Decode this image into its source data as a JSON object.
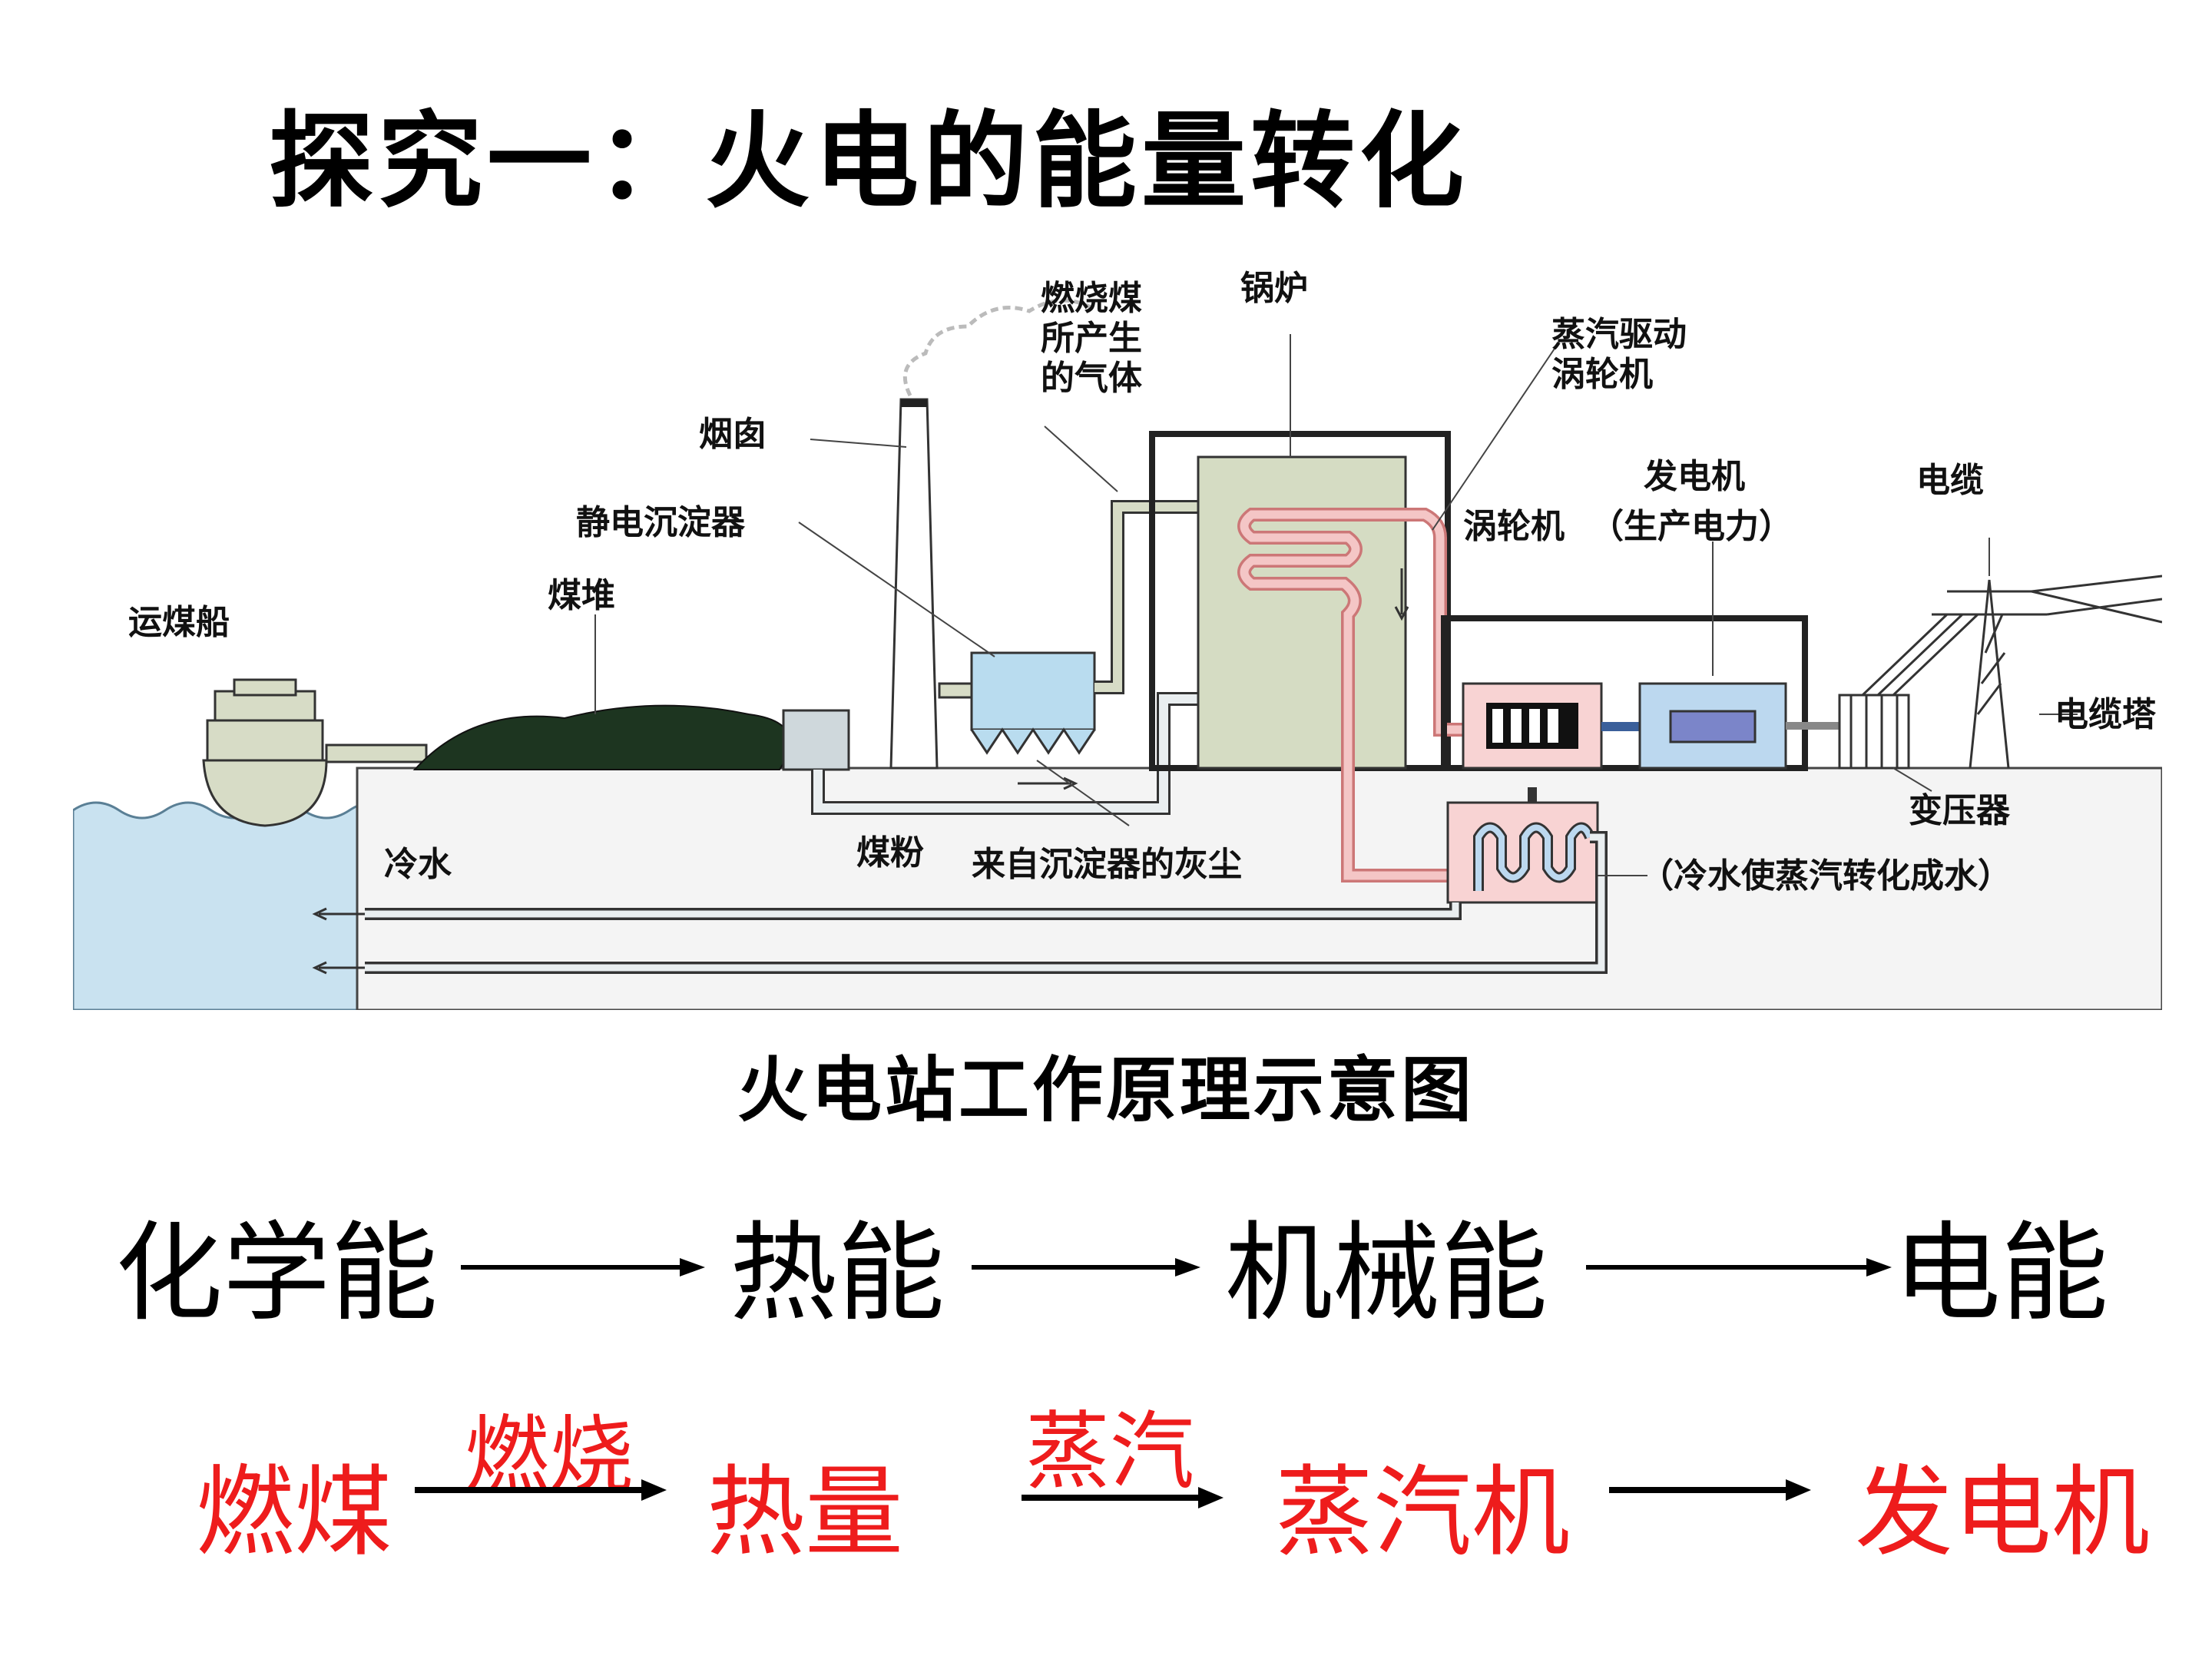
{
  "title": "探究一：火电的能量转化",
  "diagram": {
    "caption": "火电站工作原理示意图",
    "labels": {
      "coal_ship": "运煤船",
      "coal_pile": "煤堆",
      "precipitator": "静电沉淀器",
      "chimney": "烟囱",
      "flue_gas_1": "燃烧煤",
      "flue_gas_2": "所产生",
      "flue_gas_3": "的气体",
      "boiler": "锅炉",
      "steam_drive_1": "蒸汽驱动",
      "steam_drive_2": "涡轮机",
      "turbine": "涡轮机",
      "generator": "发电机",
      "generator_note": "（生产电力）",
      "cable": "电缆",
      "cable_tower": "电缆塔",
      "transformer": "变压器",
      "cold_water": "冷水",
      "coal_powder": "煤粉",
      "ash": "来自沉淀器的灰尘",
      "condenser_note": "（冷水使蒸汽转化成水）"
    }
  },
  "energy_chain": [
    "化学能",
    "热能",
    "机械能",
    "电能"
  ],
  "device_chain": [
    "燃煤",
    "热量",
    "蒸汽机",
    "发电机"
  ],
  "device_arrow_labels": [
    "燃烧",
    "蒸汽"
  ],
  "colors": {
    "highlight": "#ee1c1c",
    "water": "#c9e2f0",
    "boiler": "#d5dcc3",
    "pipe": "#f4c6c6",
    "generator": "#bcd8ef"
  }
}
